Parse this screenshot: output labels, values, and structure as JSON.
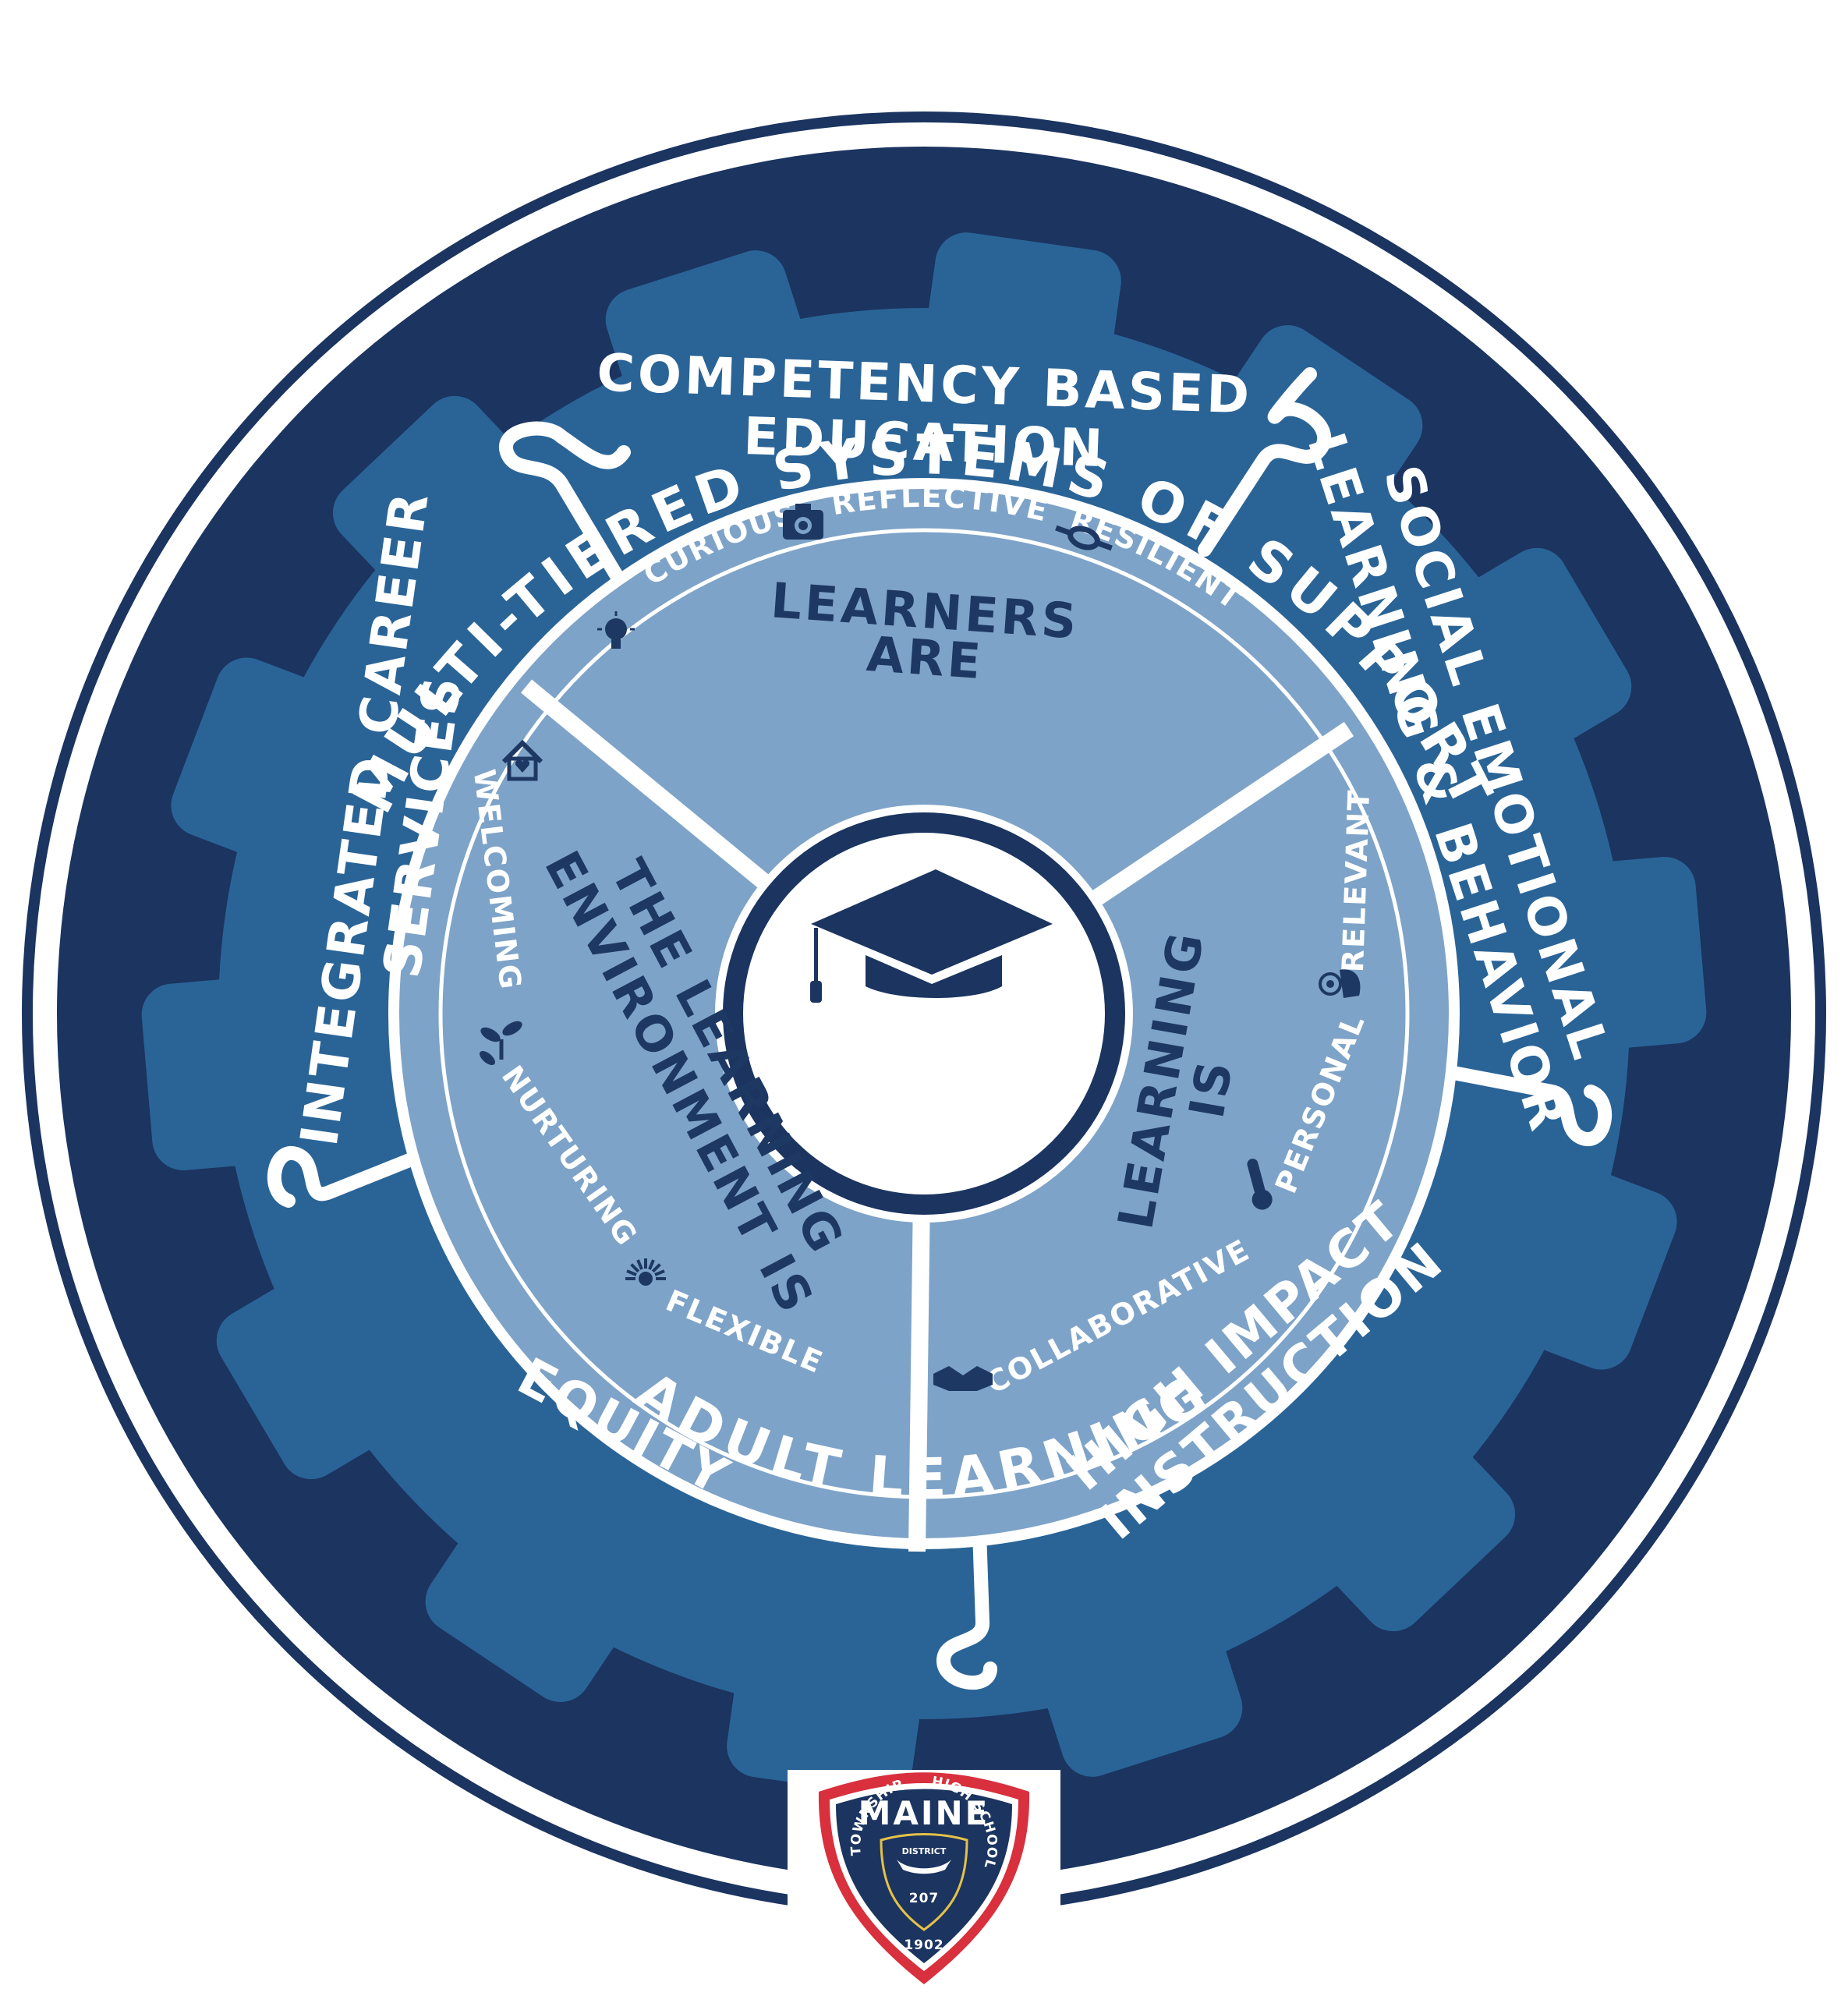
{
  "outer_ring": {
    "top_label": "MULTI-TIERED SYSTEMS OF SUPPORT",
    "bottom_label": "ADULT LEARNING"
  },
  "gear_pieces": {
    "top": "COMPETENCY BASED",
    "top_line2": "EDUCATION",
    "right": "SOCIAL EMOTIONAL",
    "right_line2": "LEARNING & BEHAVIOR",
    "bottom_right": "HIGH IMPACT",
    "bottom_right_line2": "INSTRUCTION",
    "bottom_left": "EQUITY",
    "left": "INTEGRATED CAREER",
    "left_line2": "SERVICES"
  },
  "segments": {
    "learners": {
      "title": "LEARNERS",
      "title_line2": "ARE",
      "attributes": [
        "CURIOUS",
        "REFLECTIVE",
        "RESILIENT"
      ]
    },
    "learning": {
      "title": "LEARNING",
      "title_line2": "IS",
      "attributes": [
        "RELEVANT",
        "PERSONAL",
        "COLLABORATIVE"
      ]
    },
    "environment": {
      "title": "THE LEARNING",
      "title_line2": "ENVIRONMENT IS",
      "attributes": [
        "WELCOMING",
        "NURTURING",
        "FLEXIBLE"
      ]
    }
  },
  "center": {
    "icon": "graduation-cap-icon"
  },
  "badge": {
    "name": "MAINE",
    "left_arc": "TOWNSHIP",
    "right_arc": "HIGH SCHOOL",
    "district_label": "DISTRICT",
    "district": "207",
    "year": "1902"
  },
  "icons": [
    "lightbulb-icon",
    "camera-icon",
    "knot-icon",
    "hand-pointer-icon",
    "thermometer-icon",
    "handshake-icon",
    "house-heart-icon",
    "sprout-icon",
    "sunrise-icon"
  ],
  "colors": {
    "navy": "#1b3460",
    "gear_blue": "#2a6497",
    "light_blue": "#7ea3c8",
    "white": "#ffffff",
    "badge_red": "#d8303d"
  }
}
